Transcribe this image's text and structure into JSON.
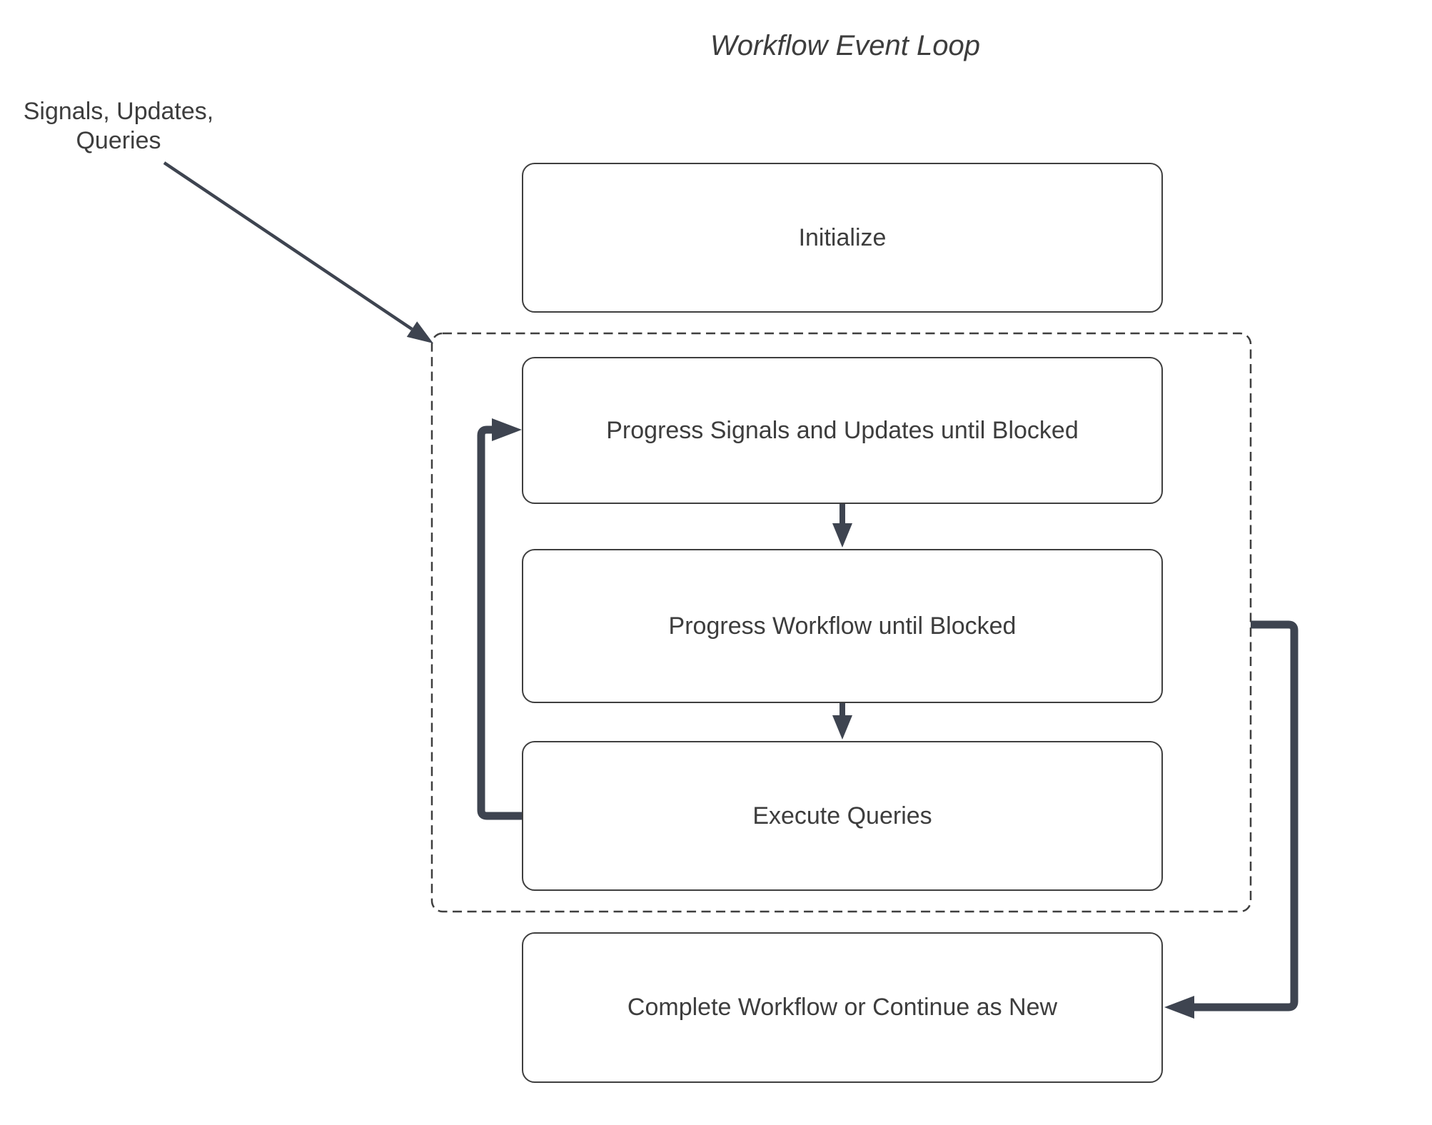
{
  "title": "Workflow Event Loop",
  "external_inputs": {
    "label": "Signals, Updates,\nQueries"
  },
  "diagram": {
    "type": "flowchart",
    "nodes": [
      {
        "id": "initialize",
        "label": "Initialize"
      },
      {
        "id": "progress-signals-updates",
        "label": "Progress Signals and Updates until Blocked"
      },
      {
        "id": "progress-workflow",
        "label": "Progress Workflow until Blocked"
      },
      {
        "id": "execute-queries",
        "label": "Execute Queries"
      },
      {
        "id": "complete-workflow",
        "label": "Complete Workflow or Continue as New"
      }
    ],
    "container": {
      "id": "event-loop",
      "style": "dashed-rounded-rectangle",
      "contains": [
        "progress-signals-updates",
        "progress-workflow",
        "execute-queries"
      ]
    },
    "edges": [
      {
        "from": "external-inputs-label",
        "to": "event-loop",
        "style": "thin-diagonal-arrow"
      },
      {
        "from": "progress-signals-updates",
        "to": "progress-workflow",
        "style": "short-down-arrow"
      },
      {
        "from": "progress-workflow",
        "to": "execute-queries",
        "style": "short-down-arrow"
      },
      {
        "from": "execute-queries",
        "to": "progress-signals-updates",
        "style": "thick-elbow-arrow-left-loop-back"
      },
      {
        "from": "event-loop",
        "to": "complete-workflow",
        "style": "thick-elbow-arrow-right"
      }
    ],
    "colors": {
      "arrow": "#3e4450",
      "node_border": "#3f3f3f",
      "container_border": "#3f3f3f",
      "text": "#3d3d3d",
      "background": "#ffffff"
    }
  }
}
